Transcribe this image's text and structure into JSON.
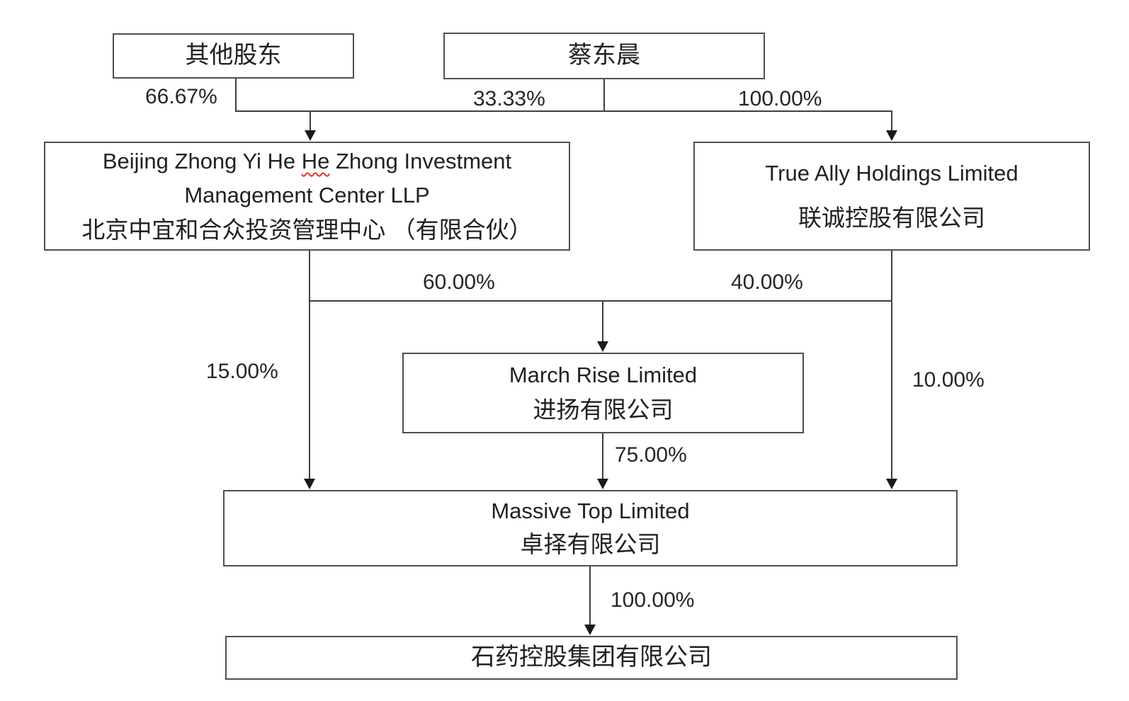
{
  "diagram": {
    "title_implicit": "shareholding-structure",
    "colors": {
      "box_border": "#4f4f4f",
      "connector_line": "#3f3f3f",
      "text": "#212121",
      "spellcheck_underline": "#e0352b",
      "background": "#ffffff"
    },
    "nodes": {
      "other_shareholders": {
        "label": "其他股东"
      },
      "cai_dongchen": {
        "label": "蔡东晨"
      },
      "beijing_center": {
        "en_part1": "Beijing Zhong Yi He ",
        "en_part2_underlined": "He",
        "en_part3": " Zhong Investment",
        "en_line2": "Management Center LLP",
        "zh": "北京中宜和合众投资管理中心 （有限合伙）"
      },
      "true_ally": {
        "en": "True Ally Holdings Limited",
        "zh": "联诚控股有限公司"
      },
      "march_rise": {
        "en": "March Rise Limited",
        "zh": "进扬有限公司"
      },
      "massive_top": {
        "en": "Massive Top Limited",
        "zh": "卓择有限公司"
      },
      "cspc_holdings": {
        "label": "石药控股集团有限公司"
      }
    },
    "ownership_labels": {
      "other_to_beijing": "66.67%",
      "cai_to_beijing": "33.33%",
      "cai_to_true_ally": "100.00%",
      "beijing_to_march_rise": "60.00%",
      "true_ally_to_march_rise": "40.00%",
      "beijing_to_massive_top": "15.00%",
      "true_ally_to_massive_top": "10.00%",
      "march_rise_to_massive_top": "75.00%",
      "massive_top_to_cspc": "100.00%"
    }
  }
}
